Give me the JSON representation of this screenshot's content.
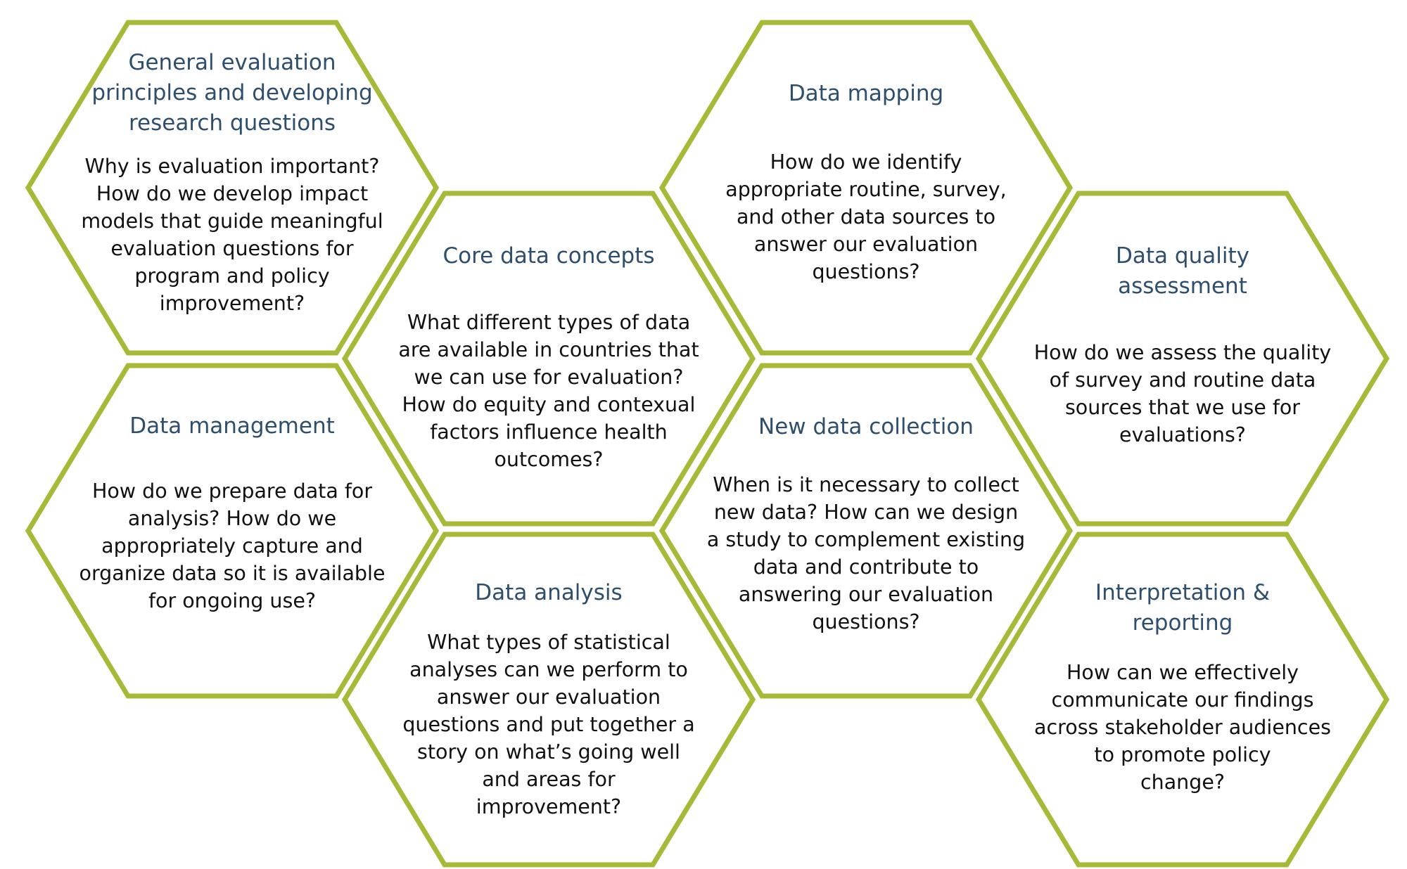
{
  "colors": {
    "outline": "#a8b837",
    "title": "#2e4e6e",
    "body": "#111111"
  },
  "hexagons": [
    {
      "id": "general-evaluation",
      "title_lines": [
        "General evaluation",
        "principles and developing",
        "research questions"
      ],
      "body_lines": [
        "Why is evaluation important?",
        "How do we develop impact",
        "models that guide meaningful",
        "evaluation questions for",
        "program and policy",
        "improvement?"
      ]
    },
    {
      "id": "data-management",
      "title_lines": [
        "Data management"
      ],
      "body_lines": [
        "How do we prepare data for",
        "analysis? How do we",
        "appropriately capture and",
        "organize data so it is available",
        "for ongoing use?"
      ]
    },
    {
      "id": "core-data-concepts",
      "title_lines": [
        "Core data concepts"
      ],
      "body_lines": [
        "What different types of data",
        "are available in countries that",
        "we can use for evaluation?",
        "How do equity and contexual",
        "factors influence health",
        "outcomes?"
      ]
    },
    {
      "id": "data-analysis",
      "title_lines": [
        "Data analysis"
      ],
      "body_lines": [
        "What types of statistical",
        "analyses can we perform to",
        "answer our evaluation",
        "questions and put together a",
        "story on what’s going well",
        "and areas for",
        "improvement?"
      ]
    },
    {
      "id": "data-mapping",
      "title_lines": [
        "Data mapping"
      ],
      "body_lines": [
        "How do we identify",
        "appropriate routine, survey,",
        "and other data sources to",
        "answer our evaluation",
        "questions?"
      ]
    },
    {
      "id": "new-data-collection",
      "title_lines": [
        "New data collection"
      ],
      "body_lines": [
        "When is it necessary to collect",
        "new data? How can we design",
        "a study to complement existing",
        "data and contribute to",
        "answering our evaluation",
        "questions?"
      ]
    },
    {
      "id": "data-quality-assessment",
      "title_lines": [
        "Data quality",
        "assessment"
      ],
      "body_lines": [
        "How do we assess the quality",
        "of survey and routine data",
        "sources that we use for",
        "evaluations?"
      ]
    },
    {
      "id": "interpretation-reporting",
      "title_lines": [
        "Interpretation &",
        "reporting"
      ],
      "body_lines": [
        "How can we effectively",
        "communicate our findings",
        "across stakeholder audiences",
        "to promote policy",
        "change?"
      ]
    }
  ]
}
